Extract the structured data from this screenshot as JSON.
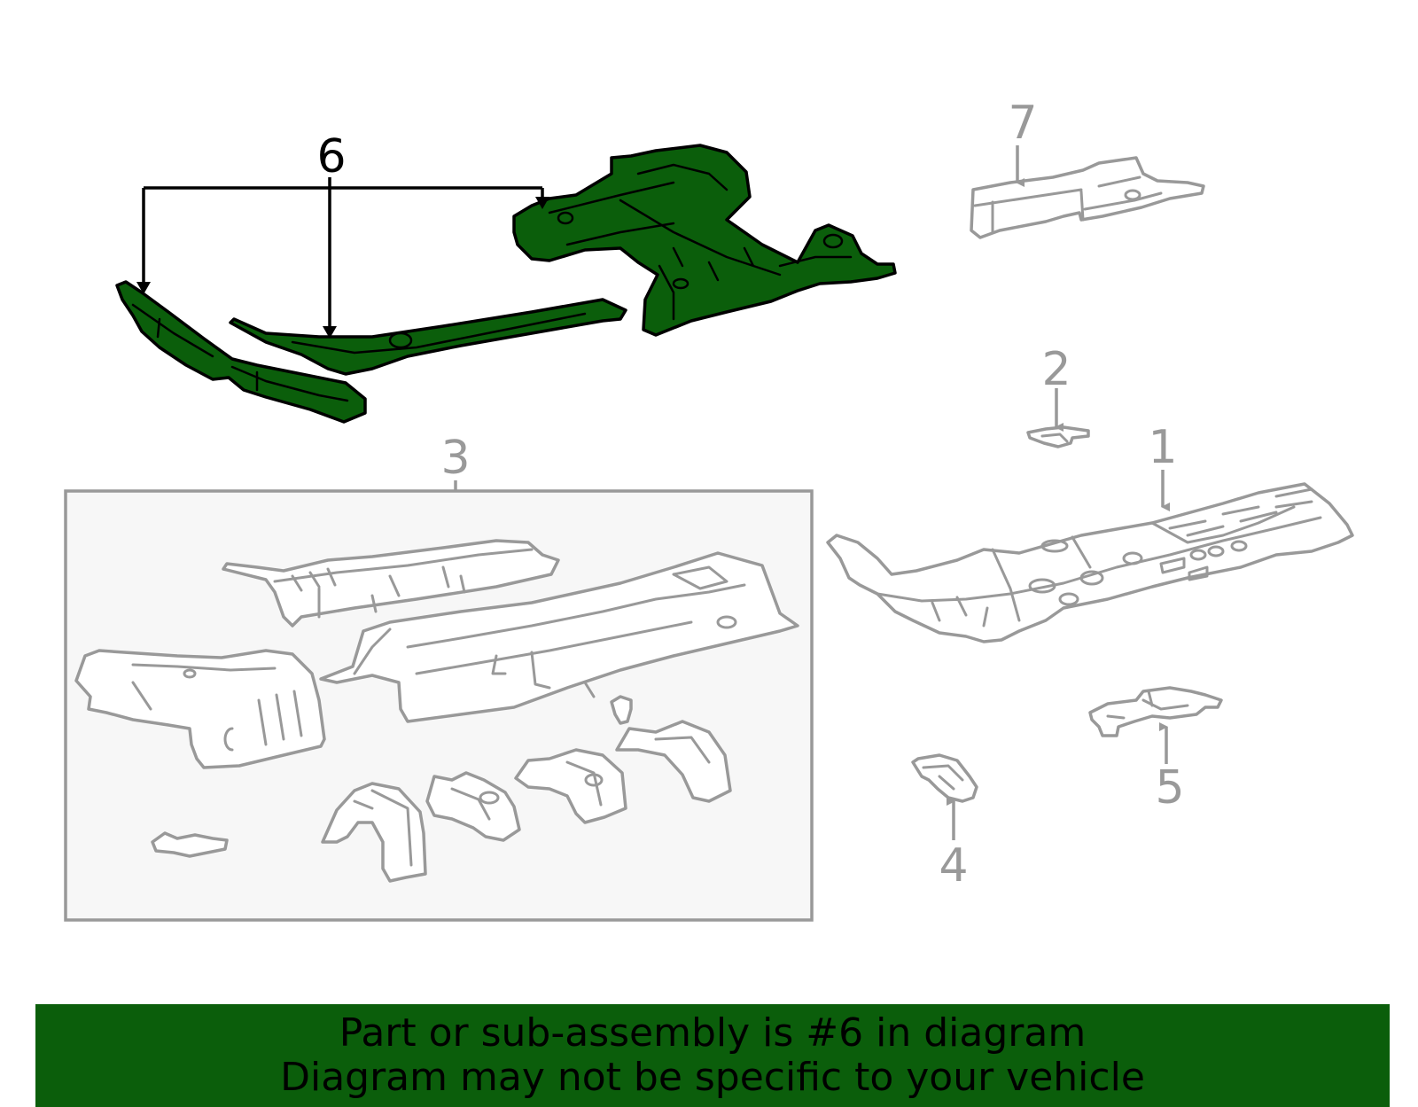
{
  "diagram": {
    "callouts": [
      {
        "id": "1",
        "label": "1"
      },
      {
        "id": "2",
        "label": "2"
      },
      {
        "id": "3",
        "label": "3"
      },
      {
        "id": "4",
        "label": "4"
      },
      {
        "id": "5",
        "label": "5"
      },
      {
        "id": "6",
        "label": "6"
      },
      {
        "id": "7",
        "label": "7"
      }
    ],
    "highlighted_part": "6"
  },
  "colors": {
    "highlight_fill": "#0b5e0b",
    "part_stroke": "#999999",
    "highlight_stroke": "#000000",
    "group_box_fill": "#f7f7f7",
    "banner_bg": "#0b5e0b"
  },
  "footer": {
    "line1": "Part or sub-assembly is #6 in diagram",
    "line2": "Diagram may not be specific to your vehicle"
  }
}
